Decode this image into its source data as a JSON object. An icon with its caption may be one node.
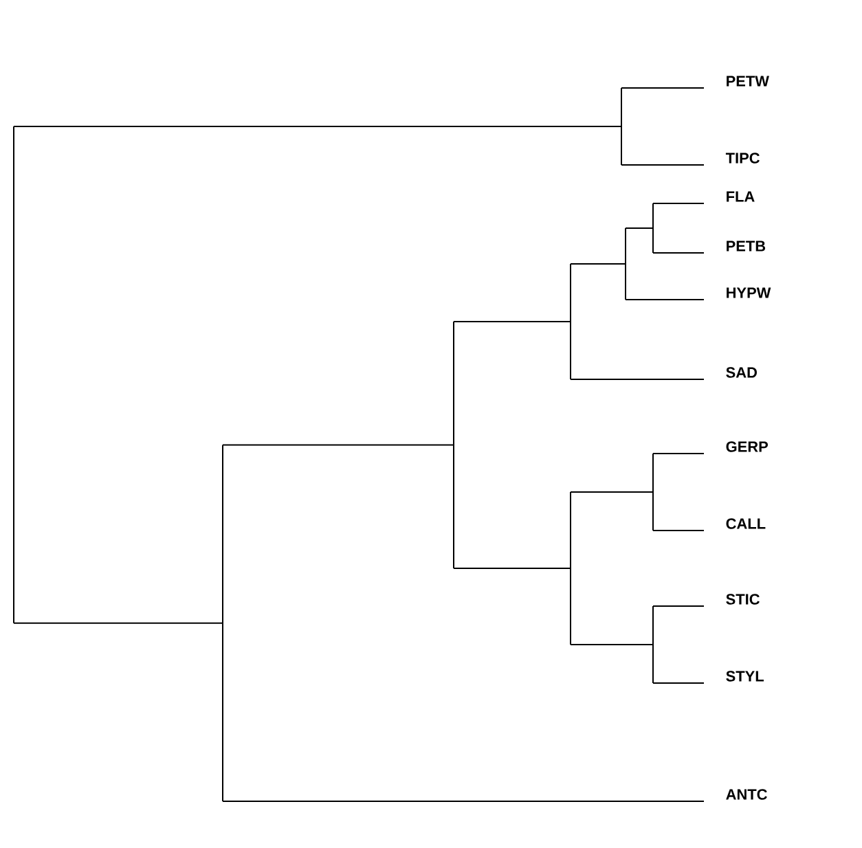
{
  "diagram": {
    "labels": [
      "PETW",
      "TIPC",
      "FLA",
      "PETB",
      "HYPW",
      "SAD",
      "GERP",
      "CALL",
      "STIC",
      "STYL",
      "ANTC"
    ]
  }
}
